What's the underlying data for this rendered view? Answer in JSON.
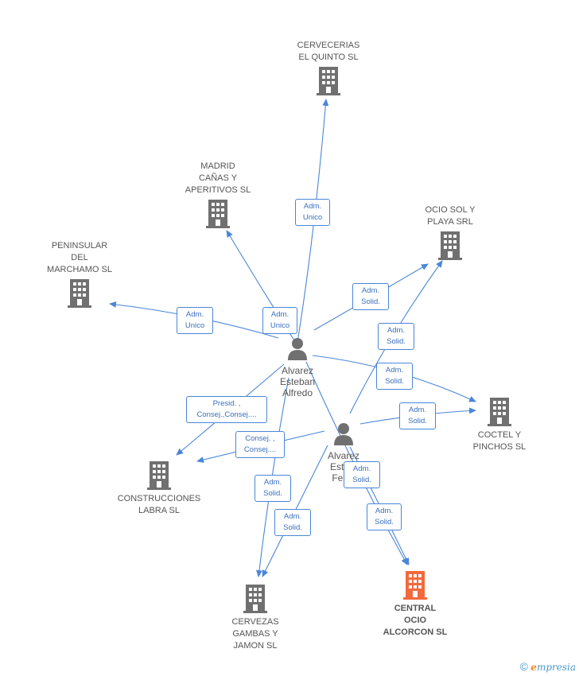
{
  "colors": {
    "edge": "#4a86d8",
    "company": "#707070",
    "company_highlight": "#f26a3d",
    "person": "#707070"
  },
  "companies": [
    {
      "key": "cervecerias",
      "name": "CERVECERIAS\nEL QUINTO SL",
      "icon": "building-icon",
      "highlight": false
    },
    {
      "key": "madrid",
      "name": "MADRID\nCAÑAS Y\nAPERITIVOS  SL",
      "icon": "building-icon",
      "highlight": false
    },
    {
      "key": "peninsular",
      "name": "PENINSULAR\nDEL\nMARCHAMO SL",
      "icon": "building-icon",
      "highlight": false
    },
    {
      "key": "ocio_sol",
      "name": "OCIO SOL Y\nPLAYA SRL",
      "icon": "building-icon",
      "highlight": false
    },
    {
      "key": "coctel",
      "name": "COCTEL Y\nPINCHOS SL",
      "icon": "building-icon",
      "highlight": false
    },
    {
      "key": "construcciones",
      "name": "CONSTRUCCIONES\nLABRA SL",
      "icon": "building-icon",
      "highlight": false
    },
    {
      "key": "cervezas",
      "name": "CERVEZAS\nGAMBAS Y\nJAMON SL",
      "icon": "building-icon",
      "highlight": false
    },
    {
      "key": "central",
      "name": "CENTRAL\nOCIO\nALCORCON SL",
      "icon": "building-icon",
      "highlight": true
    }
  ],
  "persons": [
    {
      "key": "alvarez_alfredo",
      "name": "Alvarez\nEsteban\nAlfredo",
      "icon": "person-icon"
    },
    {
      "key": "alvarez_feli",
      "name": "Alvarez\nEste...\nFeli...",
      "icon": "person-icon"
    }
  ],
  "relations": [
    {
      "label": "Adm.\nUnico"
    },
    {
      "label": "Adm.\nUnico"
    },
    {
      "label": "Adm.\nUnico"
    },
    {
      "label": "Adm.\nSolid."
    },
    {
      "label": "Adm.\nSolid."
    },
    {
      "label": "Adm.\nSolid."
    },
    {
      "label": "Adm.\nSolid."
    },
    {
      "label": "Presid. ,\nConsej.,Consej...."
    },
    {
      "label": "Consej. ,\nConsej...."
    },
    {
      "label": "Adm.\nSolid."
    },
    {
      "label": "Adm.\nSolid."
    },
    {
      "label": "Adm.\nSolid."
    },
    {
      "label": "Adm.\nSolid."
    }
  ],
  "watermark": {
    "copyright": "©",
    "brand_e": "e",
    "brand_rest": "mpresia"
  }
}
